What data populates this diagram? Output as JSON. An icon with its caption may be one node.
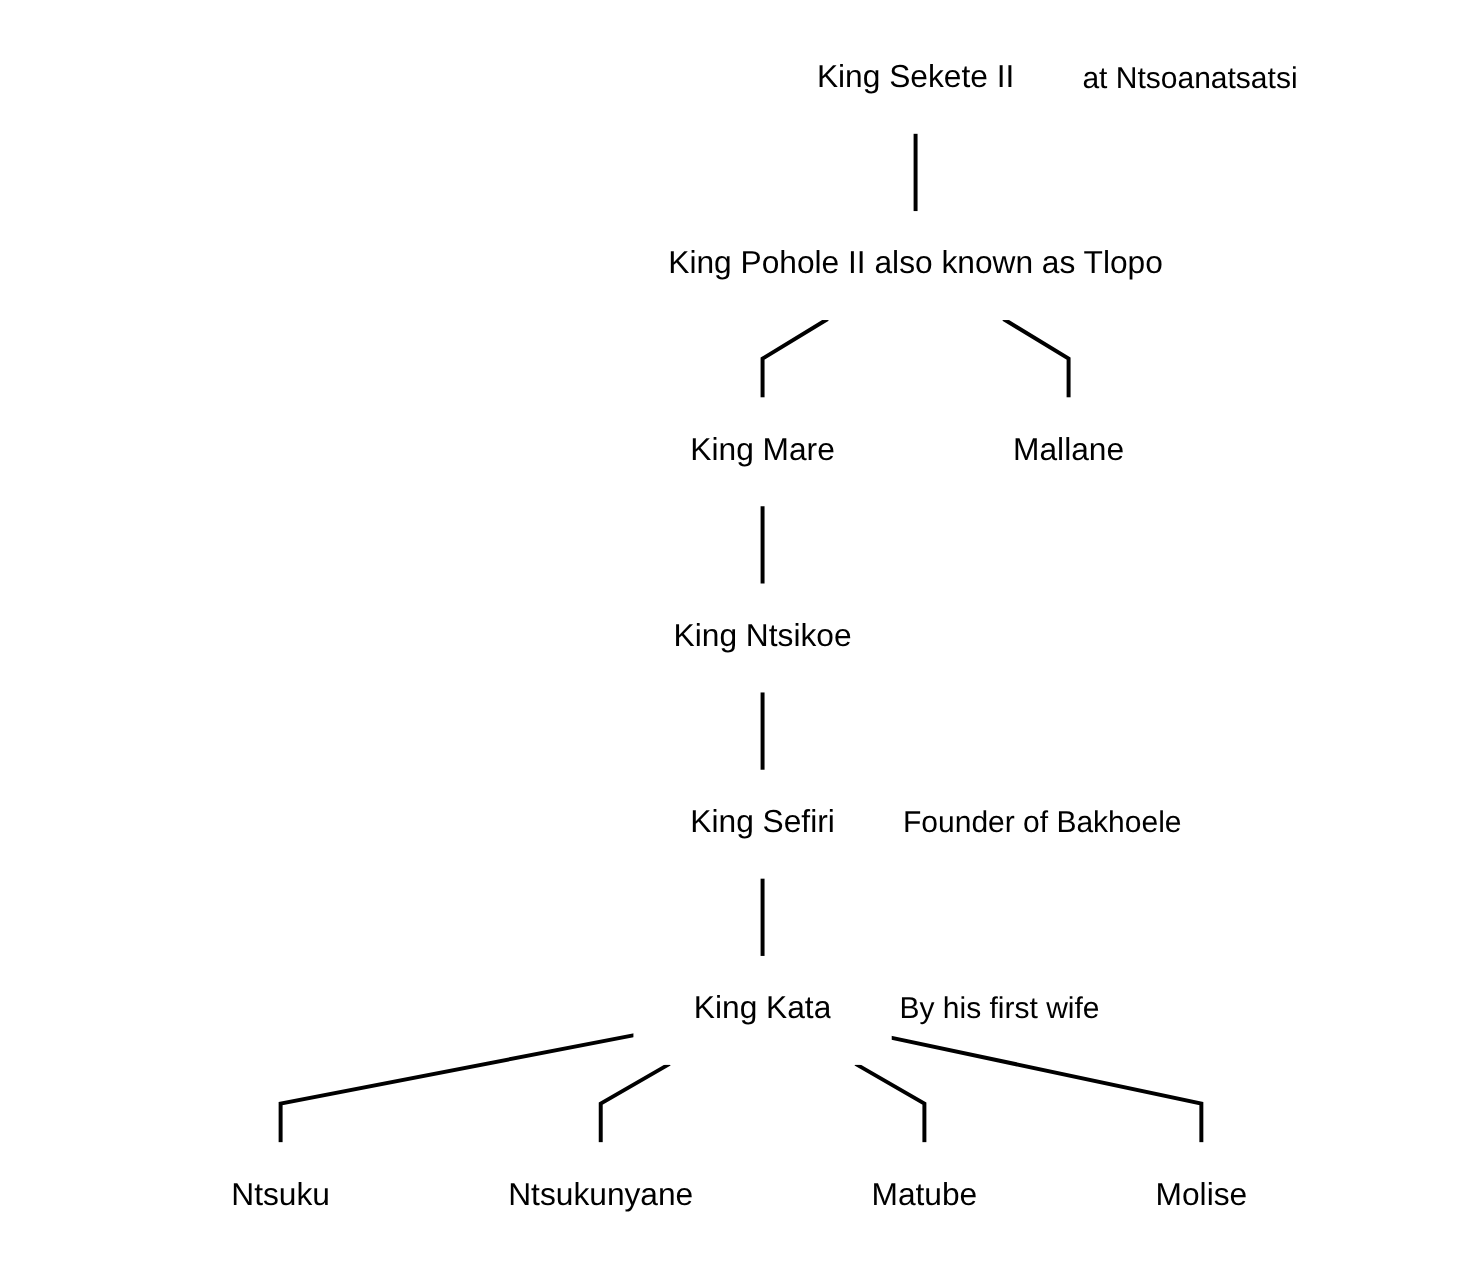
{
  "diagram": {
    "nodes": [
      {
        "text": [
          "King Sekete II"
        ],
        "beside": [
          "at Ntsoanatsatsi"
        ]
      },
      {
        "text": [
          "King Pohole II also known as Tlopo"
        ]
      },
      {
        "text": [
          "King Mare"
        ]
      },
      {
        "text": [
          "Mallane"
        ]
      },
      {
        "text": [
          "King Ntsikoe"
        ]
      },
      {
        "text": [
          "King Sefiri"
        ],
        "beside": [
          "Founder of Bakhoele"
        ]
      },
      {
        "text": [
          "King Kata"
        ],
        "beside": [
          "By his first wife"
        ]
      },
      {
        "text": [
          "Ntsuku"
        ]
      },
      {
        "text": [
          "Ntsukunyane"
        ]
      },
      {
        "text": [
          "Matube"
        ]
      },
      {
        "text": [
          "Molise"
        ]
      }
    ],
    "edges": [
      {
        "from": 0,
        "to": 1,
        "arrow": "none"
      },
      {
        "from": 1,
        "to": 2,
        "arrow": "none"
      },
      {
        "from": 1,
        "to": 3,
        "arrow": "none"
      },
      {
        "from": 2,
        "to": 4,
        "arrow": "none"
      },
      {
        "from": 4,
        "to": 5,
        "arrow": "none"
      },
      {
        "from": 5,
        "to": 6,
        "arrow": "none"
      },
      {
        "from": 6,
        "to": 7,
        "arrow": "none"
      },
      {
        "from": 6,
        "to": 8,
        "arrow": "none"
      },
      {
        "from": 6,
        "to": 9,
        "arrow": "none"
      },
      {
        "from": 6,
        "to": 10,
        "arrow": "none"
      }
    ]
  }
}
